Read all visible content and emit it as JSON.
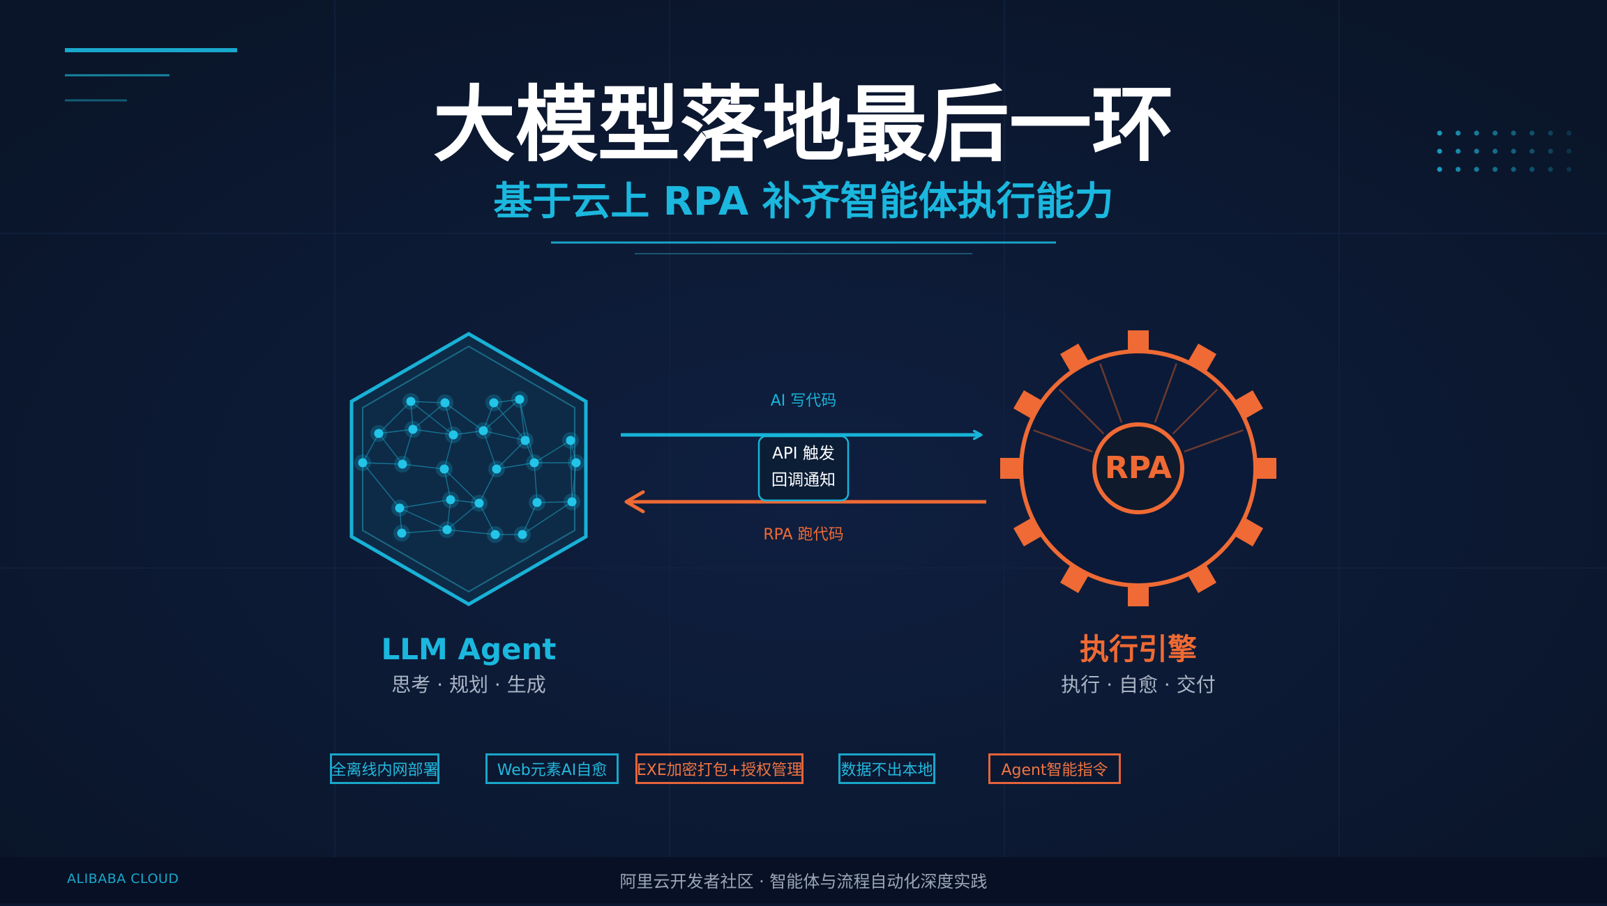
{
  "title": "大模型落地最后一环",
  "subtitle": "基于云上 RPA 补齐智能体执行能力",
  "left_node": {
    "title": "LLM Agent",
    "caption": "思考 · 规划 · 生成",
    "icon": "neural-network-hexagon"
  },
  "right_node": {
    "title": "执行引擎",
    "caption": "执行 · 自愈 · 交付",
    "core_label": "RPA",
    "icon": "gear"
  },
  "arrows": {
    "top_label": "AI 写代码",
    "bottom_label": "RPA 跑代码",
    "middle_box_line1": "API 触发",
    "middle_box_line2": "回调通知"
  },
  "features": [
    {
      "label": "全离线内网部署",
      "accent": "cyan"
    },
    {
      "label": "Web元素AI自愈",
      "accent": "cyan"
    },
    {
      "label": "EXE加密打包+授权管理",
      "accent": "orange"
    },
    {
      "label": "数据不出本地",
      "accent": "cyan"
    },
    {
      "label": "Agent智能指令",
      "accent": "orange"
    }
  ],
  "footer": {
    "brand": "ALIBABA CLOUD",
    "tagline": "阿里云开发者社区 · 智能体与流程自动化深度实践"
  },
  "colors": {
    "background": "#0b1730",
    "cyan": "#18b4d8",
    "orange": "#ef6a34",
    "white": "#ffffff"
  }
}
